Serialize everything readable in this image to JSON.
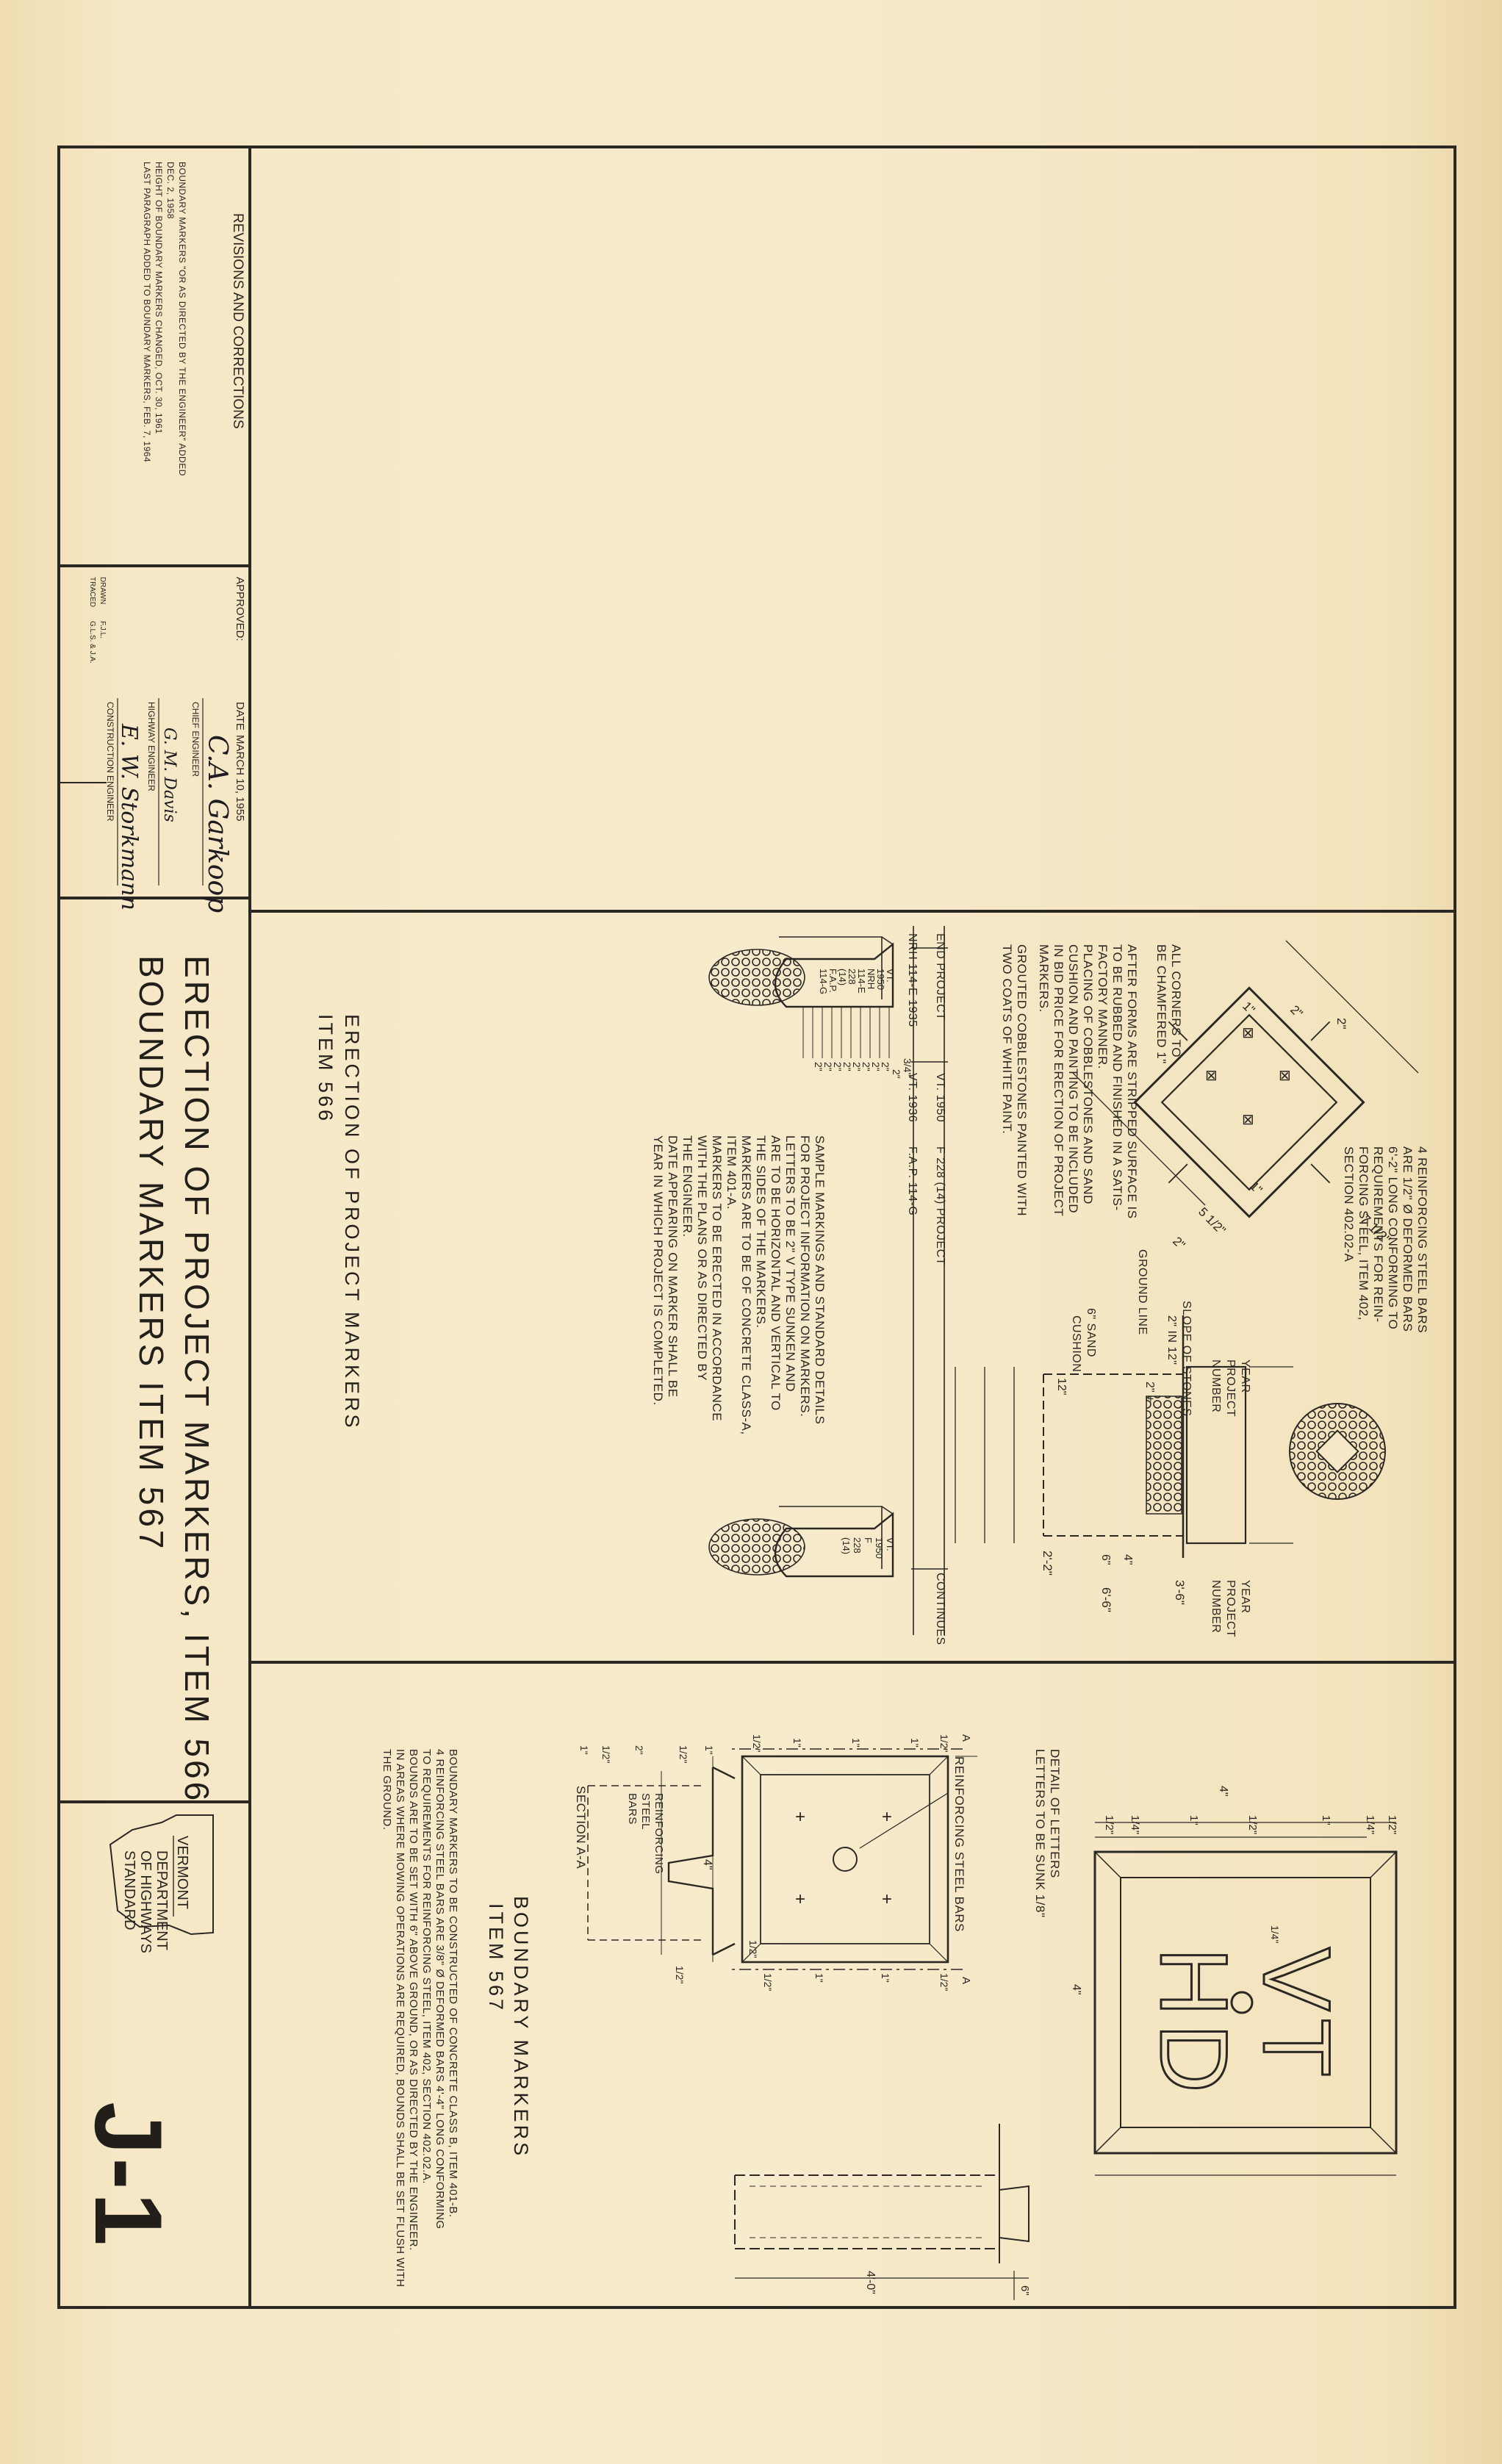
{
  "revisions": {
    "heading": "REVISIONS AND CORRECTIONS",
    "lines": [
      "BOUNDARY MARKERS \"OR AS DIRECTED BY THE ENGINEER\" ADDED",
      "DEC. 2, 1958",
      "HEIGHT OF BOUNDARY MARKERS CHANGED, OCT. 30, 1961",
      "LAST PARAGRAPH ADDED TO BOUNDARY MARKERS, FEB. 7, 1964"
    ]
  },
  "approval": {
    "approved_label": "APPROVED:",
    "date_label": "DATE",
    "date_value": "MARCH 10, 1955",
    "chief_engineer": "CHIEF ENGINEER",
    "highway_engineer": "HIGHWAY ENGINEER",
    "construction_engineer": "CONSTRUCTION ENGINEER",
    "sig_chief": "C.A. Garkoop",
    "sig_highway": "G. M. Davis",
    "sig_construction": "E. W. Storkmann",
    "drawn_label": "DRAWN",
    "drawn_value": "F.J.L.",
    "traced_label": "TRACED",
    "traced_value": "G.L.S. & J.A."
  },
  "title_block": {
    "line1": "ERECTION OF PROJECT MARKERS, ITEM 566",
    "line2": "BOUNDARY MARKERS ITEM 567",
    "state": "VERMONT",
    "dept1": "DEPARTMENT",
    "dept2": "OF HIGHWAYS",
    "dept3": "STANDARD",
    "sheet_no": "J-1"
  },
  "project_markers": {
    "steel_note": [
      "4 REINFORCING STEEL BARS",
      "ARE 1/2\" Ø DEFORMED BARS",
      "6'-2\" LONG CONFORMING TO",
      "REQUIREMENTS FOR REIN-",
      "FORCING STEEL, ITEM 402,",
      "SECTION 402.02-A"
    ],
    "corners_note": [
      "ALL CORNERS TO",
      "BE CHAMFERED 1\""
    ],
    "forms_note": [
      "AFTER FORMS ARE STRIPPED SURFACE IS",
      "TO BE RUBBED AND FINISHED IN A SATIS-",
      "FACTORY MANNER.",
      "PLACING OF COBBLESTONES AND SAND",
      "CUSHION AND PAINTING TO BE INCLUDED",
      "IN BID PRICE FOR ERECTION OF PROJECT",
      "MARKERS."
    ],
    "grouted_note": [
      "GROUTED COBBLESTONES PAINTED WITH",
      "TWO COATS OF WHITE PAINT."
    ],
    "dims_plan": [
      "2\"",
      "2\"",
      "1\"",
      "5 1/2\"",
      "2\"",
      "1\"",
      "7 1/2\""
    ],
    "ground_line": "GROUND LINE",
    "slope_label": [
      "SLOPE OF STONES",
      "2\" IN 12\""
    ],
    "sand_label": [
      "6\" SAND",
      "CUSHION"
    ],
    "year_label_1": [
      "YEAR",
      "PROJECT",
      "NUMBER"
    ],
    "year_label_2": [
      "YEAR",
      "PROJECT",
      "NUMBER"
    ],
    "dims_elev": [
      "2\" ±",
      "12\"",
      "4\"",
      "6\"",
      "3'-6\"",
      "2'-2\"",
      "6'-6\""
    ],
    "end_project": "END PROJECT",
    "continues": "CONTINUES",
    "row1": [
      "NRH 114-E 1935",
      "VT. 1950",
      "F 228 (14) PROJECT"
    ],
    "row2": [
      "VT. 1936",
      "F.A.P. 114-G"
    ],
    "post1_text": [
      "VT.",
      "1950",
      "NRH",
      "114-E",
      "228",
      "(14)",
      "F.A.P.",
      "114-G"
    ],
    "post2_text": [
      "VT.",
      "1950",
      "F",
      "228",
      "(14)"
    ],
    "post_dims": [
      "3/4\"",
      "2\"",
      "2\"",
      "2\"",
      "2\"",
      "2\"",
      "2\"",
      "2\"",
      "2\"",
      "2\""
    ],
    "sample_note": [
      "SAMPLE MARKINGS AND STANDARD DETAILS",
      "FOR PROJECT INFORMATION ON MARKERS.",
      "LETTERS TO BE 2\" V TYPE SUNKEN AND",
      "ARE TO BE HORIZONTAL AND VERTICAL TO",
      "THE SIDES OF THE MARKERS.",
      "MARKERS ARE TO BE OF CONCRETE CLASS-A,",
      "ITEM 401-A.",
      "MARKERS TO BE ERECTED IN ACCORDANCE",
      "WITH THE PLANS OR AS DIRECTED BY",
      "THE ENGINEER.",
      "DATE APPEARING ON MARKER SHALL BE",
      "YEAR IN WHICH PROJECT IS COMPLETED."
    ],
    "caption1": "ERECTION OF PROJECT MARKERS",
    "caption2": "ITEM 566"
  },
  "boundary_markers": {
    "letters_top": "VT",
    "letters_bottom": "HD",
    "detail_label": [
      "DETAIL OF LETTERS",
      "LETTERS TO BE SUNK 1/8\""
    ],
    "dims_top": [
      "4\"",
      "1/2\"",
      "1/4\"",
      "1\"",
      "1/2\"",
      "1\"",
      "1/4\"",
      "1/2\""
    ],
    "dim_4": "4\"",
    "dim_1_4": "1/4\"",
    "reinf_label": "REINFORCING STEEL BARS",
    "plan_dims_left": [
      "1/2\"",
      "1\"",
      "1\"",
      "1\"",
      "1/2\""
    ],
    "plan_dims_right": [
      "1/2\"",
      "1\"",
      "1\"",
      "1/2\"",
      "1/2\""
    ],
    "plan_dims_bottom": [
      "1/2\"",
      "1/2\"",
      "1\"",
      "1\"",
      "1/2\"",
      "1/2\""
    ],
    "plan_dim_4": "4\"",
    "section_mark": "A",
    "section_label": "SECTION A-A",
    "section_reinf": [
      "REINFORCING",
      "STEEL",
      "BARS"
    ],
    "section_dims": [
      "1\"",
      "1/2\"",
      "2\"",
      "1/2\"",
      "1\"",
      "1/2\""
    ],
    "elev_dims": [
      "6\"",
      "4'-0\""
    ],
    "caption1": "BOUNDARY MARKERS",
    "caption2": "ITEM 567",
    "note": [
      "BOUNDARY MARKERS TO BE CONSTRUCTED OF CONCRETE CLASS B, ITEM 401-B.",
      "4 REINFORCING STEEL BARS ARE 3/8\" Ø DEFORMED BARS 4'-4\" LONG CONFORMING",
      "TO REQUIREMENTS FOR REINFORCING STEEL, ITEM 402, SECTION 402.02.A.",
      "BOUNDS ARE TO BE SET WITH 6\" ABOVE GROUND, OR AS DIRECTED BY THE ENGINEER.",
      "IN AREAS WHERE MOWING OPERATIONS ARE REQUIRED, BOUNDS SHALL BE SET FLUSH WITH",
      "THE GROUND."
    ]
  }
}
